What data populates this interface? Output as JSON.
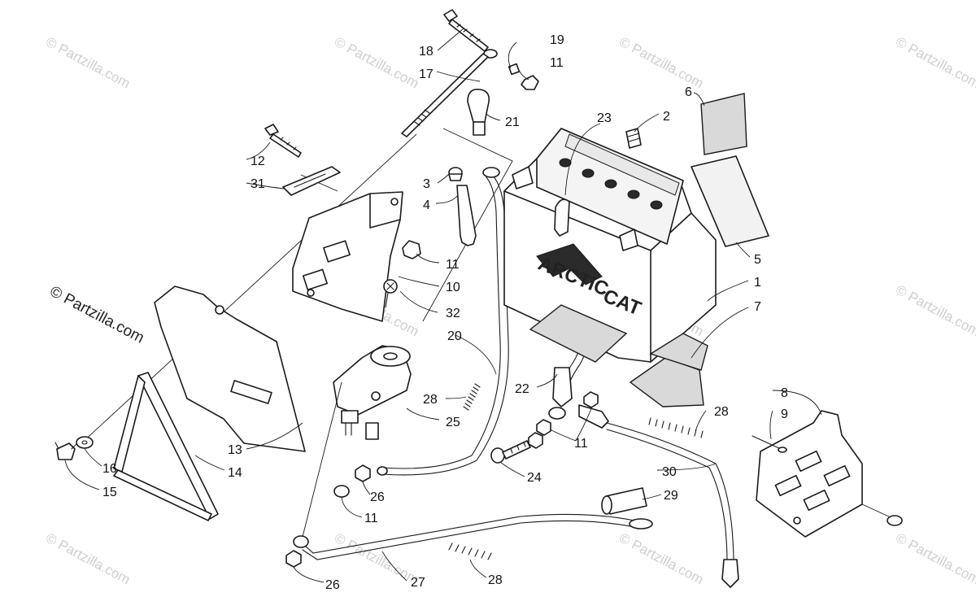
{
  "watermark": {
    "text": "© Partzilla.com",
    "primary": "© Partzilla.com"
  },
  "battery_brand": [
    "ARCTIC",
    "CAT"
  ],
  "callouts": [
    "1",
    "2",
    "3",
    "4",
    "5",
    "6",
    "7",
    "8",
    "9",
    "10",
    "11",
    "12",
    "13",
    "14",
    "15",
    "16",
    "17",
    "18",
    "19",
    "20",
    "21",
    "22",
    "23",
    "24",
    "25",
    "26",
    "27",
    "28",
    "29",
    "30",
    "31",
    "32"
  ],
  "colors": {
    "ink": "#1a1a1a",
    "watermark": "#cfcfcf",
    "background": "#ffffff"
  }
}
